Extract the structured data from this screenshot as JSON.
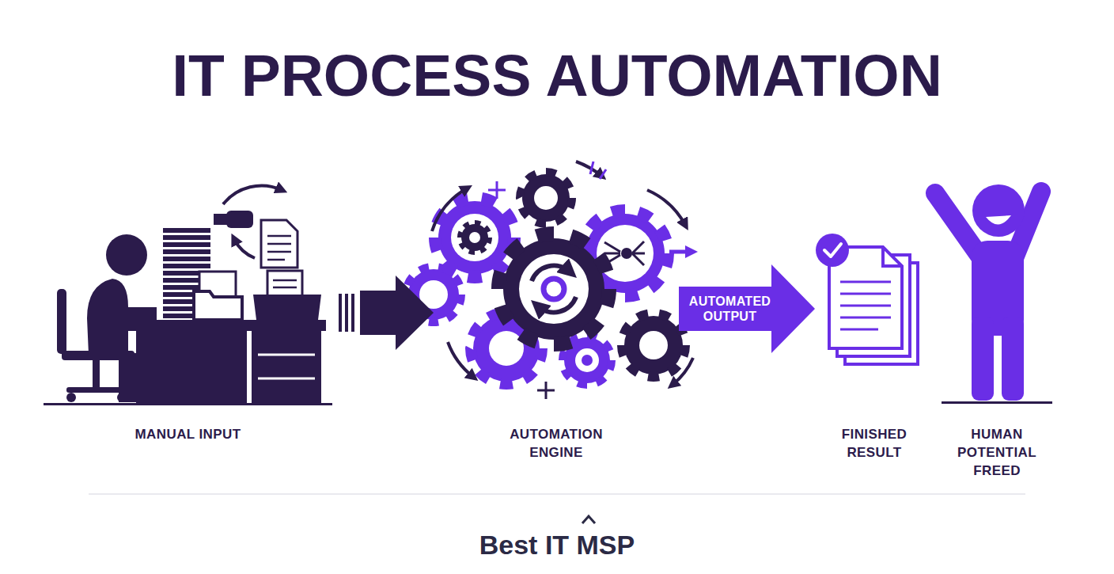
{
  "diagram": {
    "title": "IT PROCESS AUTOMATION",
    "nodes": [
      {
        "text": [
          "MANUAL INPUT"
        ]
      },
      {
        "text": [
          "AUTOMATION ENGINE"
        ]
      },
      {
        "text": [
          "FINISHED RESULT"
        ]
      },
      {
        "text": [
          "HUMAN POTENTIAL FREED"
        ]
      }
    ],
    "edges": [
      {
        "from": 0,
        "to": 1,
        "arrow": "to"
      },
      {
        "from": 1,
        "to": 2,
        "label": "AUTOMATED OUTPUT",
        "arrow": "to"
      }
    ],
    "labels": [
      "Best IT MSP"
    ]
  }
}
